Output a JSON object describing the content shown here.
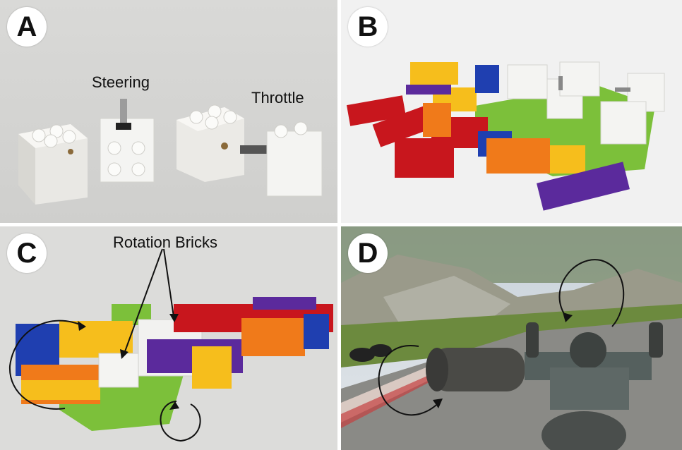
{
  "panels": {
    "a": {
      "letter": "A",
      "labels": {
        "steering": "Steering",
        "throttle": "Throttle"
      }
    },
    "b": {
      "letter": "B"
    },
    "c": {
      "letter": "C",
      "labels": {
        "rotation": "Rotation Bricks"
      }
    },
    "d": {
      "letter": "D"
    }
  },
  "colors": {
    "brick_red": "#c8161d",
    "brick_yellow": "#f6be1c",
    "brick_blue": "#1f3fb0",
    "brick_green": "#7cc03a",
    "brick_orange": "#f07a1a",
    "brick_purple": "#5b2a9c",
    "brick_white": "#f2f2f0"
  }
}
